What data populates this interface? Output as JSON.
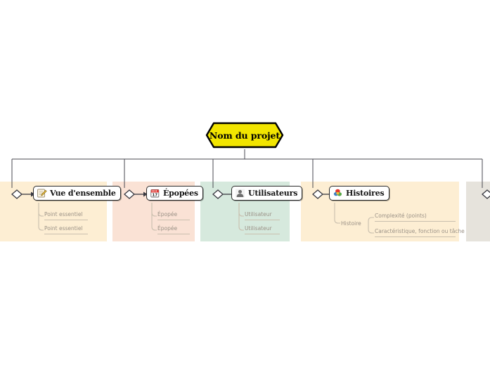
{
  "diagram": {
    "type": "project-template-mindmap",
    "title": "Nom du projet",
    "background_color": "#ffffff",
    "root": {
      "label": "Nom du projet",
      "shape": "hexagon-banner",
      "fill_color": "#f2e500",
      "border_color": "#000000"
    },
    "branches": [
      {
        "id": "vue-densemble",
        "label": "Vue d'ensemble",
        "icon": "memo-note-icon",
        "panel_color": "#fdeed3",
        "children": [
          {
            "label": "Point essentiel"
          },
          {
            "label": "Point essentiel"
          }
        ]
      },
      {
        "id": "epopees",
        "label": "Épopées",
        "icon": "calendar-icon",
        "icon_text": "17",
        "panel_color": "#fae2d5",
        "children": [
          {
            "label": "Épopée"
          },
          {
            "label": "Épopée"
          }
        ]
      },
      {
        "id": "utilisateurs",
        "label": "Utilisateurs",
        "icon": "person-bust-icon",
        "panel_color": "#d6e9dd",
        "children": [
          {
            "label": "Utilisateur"
          },
          {
            "label": "Utilisateur"
          }
        ]
      },
      {
        "id": "histoires",
        "label": "Histoires",
        "icon": "books-bouquet-icon",
        "panel_color": "#fdeed3",
        "children": [
          {
            "label": "Histoire",
            "children": [
              {
                "label": "Complexité (points)"
              },
              {
                "label": "Caractéristique, fonction ou tâche"
              }
            ]
          }
        ]
      },
      {
        "id": "branche-suivante",
        "label": "",
        "icon": "",
        "panel_color": "#e6e3dc",
        "children": []
      }
    ]
  }
}
